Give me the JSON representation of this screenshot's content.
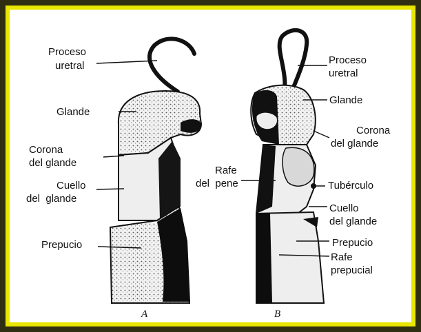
{
  "figure": {
    "caption_a": "A",
    "caption_b": "B",
    "colors": {
      "frame": "#2f2d12",
      "border": "#e9e600",
      "ink": "#111111"
    },
    "labels_a": {
      "proceso": [
        "Proceso",
        "uretral"
      ],
      "glande": "Glande",
      "corona": [
        "Corona",
        "del glande"
      ],
      "cuello": [
        "Cuello",
        "del  glande"
      ],
      "prepucio": "Prepucio"
    },
    "labels_b": {
      "proceso": [
        "Proceso",
        "uretral"
      ],
      "glande": "Glande",
      "corona": [
        "Corona",
        "del glande"
      ],
      "rafe_pene": [
        "Rafe",
        "del  pene"
      ],
      "tuberculo": "Tubérculo",
      "cuello": [
        "Cuello",
        "del glande"
      ],
      "prepucio": "Prepucio",
      "rafe_prepucial": [
        "Rafe",
        "prepucial"
      ]
    }
  }
}
